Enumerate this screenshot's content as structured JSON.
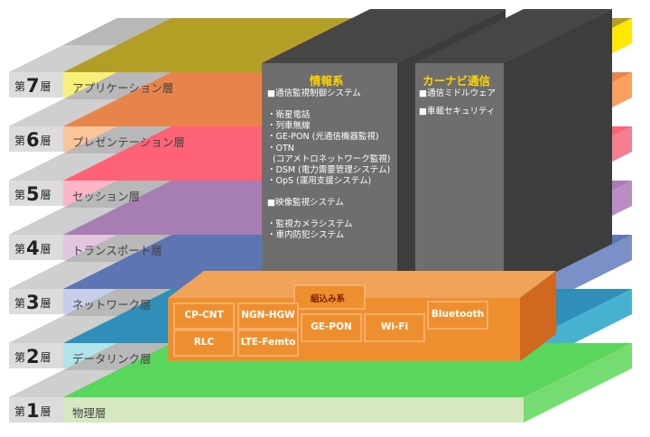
{
  "layers": [
    {
      "prefix": "第",
      "num": "7",
      "suffix": "層",
      "name": "アプリケーション層",
      "top": "#b39f25",
      "front": "#f7f07a",
      "side": "#ffe800"
    },
    {
      "prefix": "第",
      "num": "6",
      "suffix": "層",
      "name": "プレゼンテーション層",
      "top": "#e8844a",
      "front": "#fbc59b",
      "side": "#f9a05e"
    },
    {
      "prefix": "第",
      "num": "5",
      "suffix": "層",
      "name": "セッション層",
      "top": "#fe6276",
      "front": "#fdb6c6",
      "side": "#f47f91"
    },
    {
      "prefix": "第",
      "num": "4",
      "suffix": "層",
      "name": "トランスポート層",
      "top": "#a77eb3",
      "front": "#e2c6df",
      "side": "#b98cc4"
    },
    {
      "prefix": "第",
      "num": "3",
      "suffix": "層",
      "name": "ネットワーク層",
      "top": "#5e75b4",
      "front": "#c6cfea",
      "side": "#7a90c7"
    },
    {
      "prefix": "第",
      "num": "2",
      "suffix": "層",
      "name": "データリンク層",
      "top": "#2f8fb8",
      "front": "#b2e2ea",
      "side": "#47b2cf"
    },
    {
      "prefix": "第",
      "num": "1",
      "suffix": "層",
      "name": "物理層",
      "top": "#59d65c",
      "front": "#d6e8c0",
      "side": "#75dd71"
    }
  ],
  "towers": {
    "info": {
      "title": "情報系",
      "lines": [
        "■通信監視制御システム",
        "",
        "・衛星電話",
        "・列車無線",
        "・GE-PON (光通信機器監視)",
        "・OTN",
        "  (コアメトロネットワーク監視)",
        "・DSM (電力需要管理システム)",
        "・OpS (運用支援システム)",
        "",
        "■映像監視システム",
        "",
        "・監視カメラシステム",
        "・車内防犯システム"
      ]
    },
    "carnavi": {
      "title": "カーナビ通信",
      "lines": [
        "■通信ミドルウェア",
        "",
        "■車載セキュリティ"
      ]
    }
  },
  "embedded": {
    "title": "組込み系",
    "boxes": [
      "CP-CNT",
      "NGN-HGW",
      "RLC",
      "LTE-Femto",
      "GE-PON",
      "Wi-Fi",
      "Bluetooth"
    ]
  },
  "colors": {
    "tower_face": "#6e6e6e",
    "tower_top": "#464646",
    "tower_side": "#3d3d3d",
    "tower_title": "#ffd200",
    "embedded_fill": "#ee8f2f",
    "embedded_dark": "#d06820",
    "embedded_border": "#f7b77a",
    "label_bg": "#dcdcdc"
  }
}
